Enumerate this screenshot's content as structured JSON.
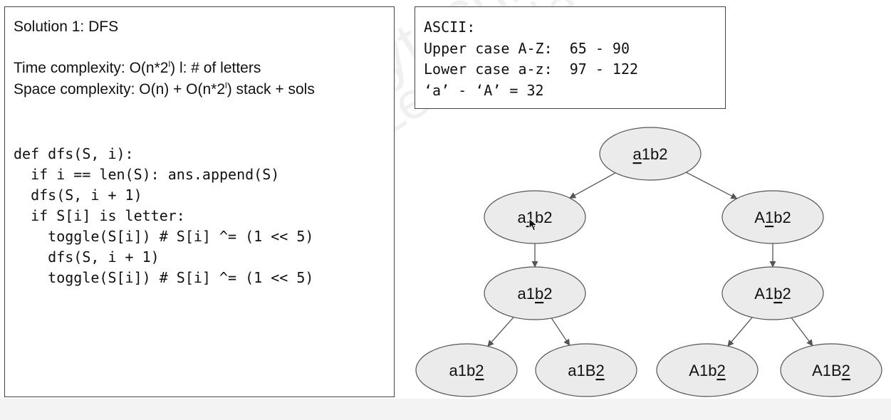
{
  "solution": {
    "title": "Solution 1: DFS",
    "time_prefix": "Time complexity: O(n*2",
    "time_sup": "l",
    "time_suffix": ") l: # of letters",
    "space_prefix": "Space complexity: O(n) + O(n*2",
    "space_sup": "l",
    "space_suffix": ") stack + sols"
  },
  "code": [
    "def dfs(S, i):",
    "  if i == len(S): ans.append(S)",
    "  dfs(S, i + 1)",
    "  if S[i] is letter:",
    "    toggle(S[i]) # S[i] ^= (1 << 5)",
    "    dfs(S, i + 1)",
    "    toggle(S[i]) # S[i] ^= (1 << 5)"
  ],
  "ascii": [
    "ASCII:",
    "Upper case A-Z:  65 - 90",
    "Lower case a-z:  97 - 122",
    "‘a’ - ‘A’ = 32"
  ],
  "tree": {
    "nodes": [
      {
        "id": "root",
        "pre": "",
        "u": "a",
        "post": "1b2"
      },
      {
        "id": "l1",
        "pre": "a",
        "u": "1",
        "post": "b2"
      },
      {
        "id": "r1",
        "pre": "A",
        "u": "1",
        "post": "b2"
      },
      {
        "id": "l2",
        "pre": "a1",
        "u": "b",
        "post": "2"
      },
      {
        "id": "r2",
        "pre": "A1",
        "u": "b",
        "post": "2"
      },
      {
        "id": "ll",
        "pre": "a1b",
        "u": "2",
        "post": ""
      },
      {
        "id": "lr",
        "pre": "a1B",
        "u": "2",
        "post": ""
      },
      {
        "id": "rl",
        "pre": "A1b",
        "u": "2",
        "post": ""
      },
      {
        "id": "rr",
        "pre": "A1B",
        "u": "2",
        "post": ""
      }
    ],
    "edges": [
      [
        "root",
        "l1"
      ],
      [
        "root",
        "r1"
      ],
      [
        "l1",
        "l2"
      ],
      [
        "r1",
        "r2"
      ],
      [
        "l2",
        "ll"
      ],
      [
        "l2",
        "lr"
      ],
      [
        "r2",
        "rl"
      ],
      [
        "r2",
        "rr"
      ]
    ]
  },
  "watermark": {
    "url": "http://zxi.mytechroad.com/blog/",
    "cn": "花花酱 LeetCode"
  },
  "colors": {
    "node_fill": "#ebebeb",
    "node_stroke": "#555555",
    "edge": "#555555",
    "border": "#444444"
  }
}
